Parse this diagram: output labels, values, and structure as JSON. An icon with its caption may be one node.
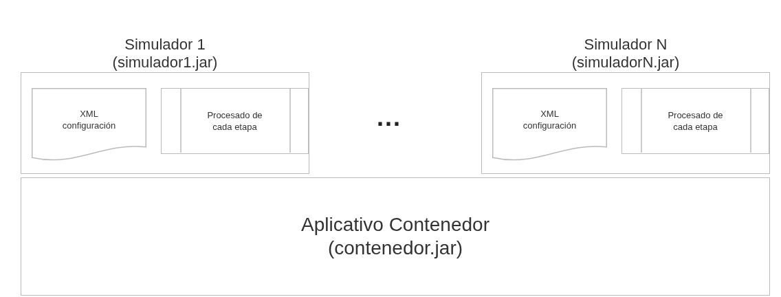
{
  "diagram": {
    "nodes": [
      {
        "text": [
          "Simulador 1 (simulador1.jar)"
        ]
      },
      {
        "text": [
          "XML configuración"
        ],
        "in": 0
      },
      {
        "text": [
          "Procesado de cada etapa"
        ],
        "in": 0
      },
      {
        "text": [
          "Simulador N (simuladorN.jar)"
        ]
      },
      {
        "text": [
          "XML configuración"
        ],
        "in": 3
      },
      {
        "text": [
          "Procesado de cada etapa"
        ],
        "in": 3
      },
      {
        "text": [
          "Aplicativo Contenedor (contenedor.jar)"
        ]
      }
    ],
    "labels": [
      "..."
    ]
  }
}
